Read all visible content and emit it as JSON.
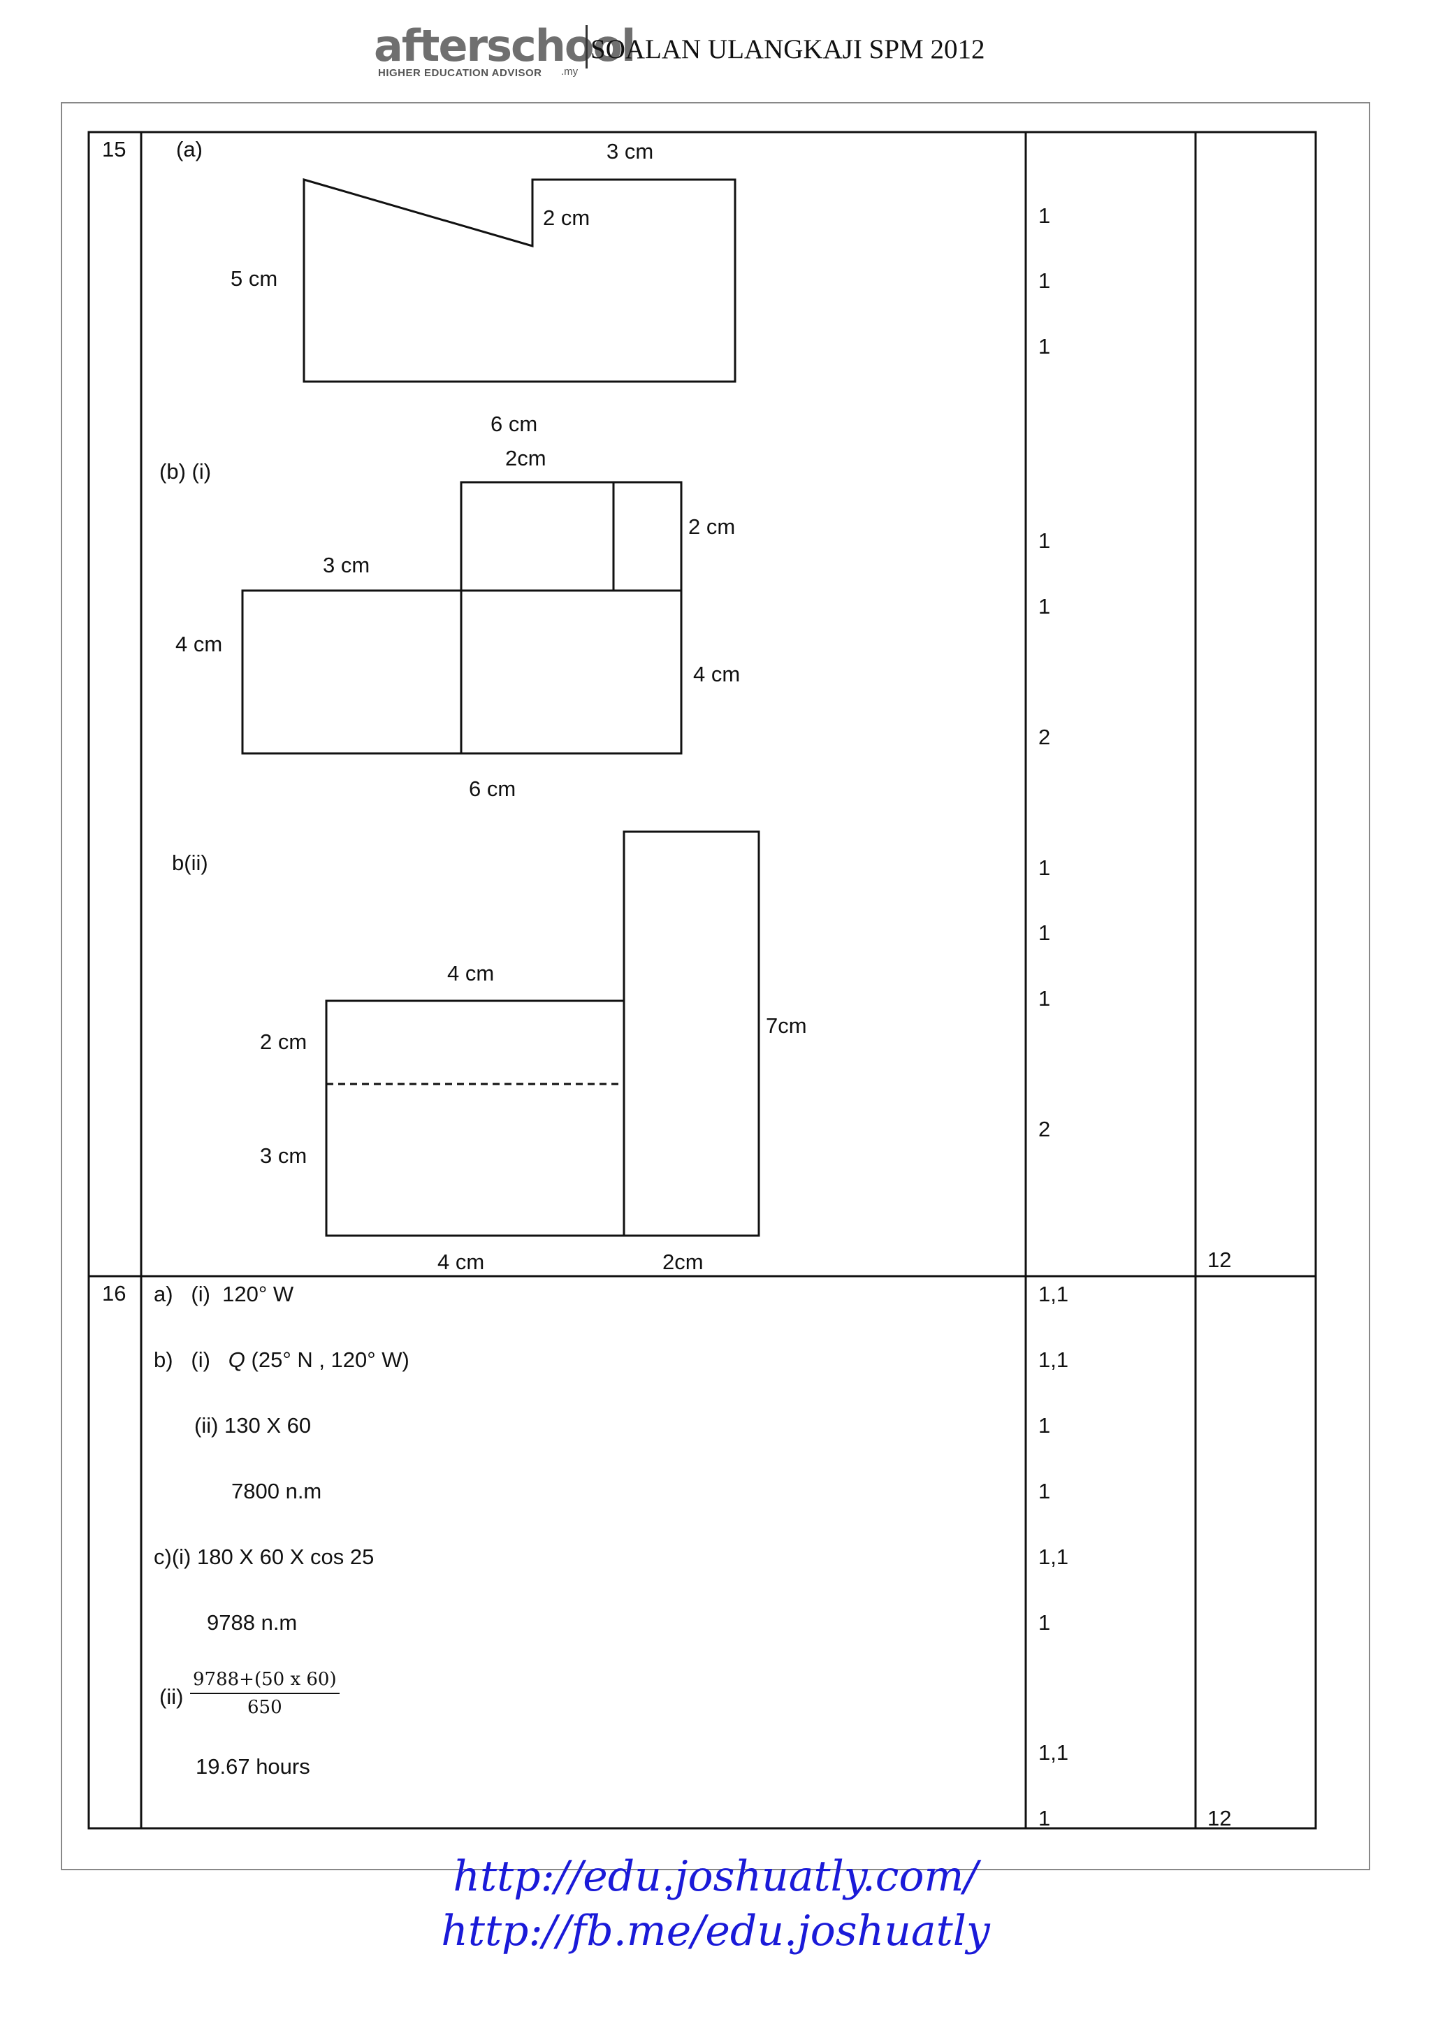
{
  "header": {
    "logo_text": "afterschool",
    "logo_subtitle": "HIGHER EDUCATION ADVISOR",
    "logo_domain": ".my",
    "title": "SOALAN ULANGKAJI SPM 2012"
  },
  "q15": {
    "number": "15",
    "a": {
      "label": "(a)",
      "top": "3 cm",
      "step": "2 cm",
      "left": "5 cm",
      "bottom": "6 cm"
    },
    "bi": {
      "label": "(b) (i)",
      "top": "2cm",
      "right_small": "2 cm",
      "left_top": "3 cm",
      "left": "4 cm",
      "right": "4 cm",
      "bottom": "6 cm"
    },
    "bii": {
      "label": "b(ii)",
      "top": "4 cm",
      "upper_left": "2 cm",
      "lower_left": "3 cm",
      "right": "7cm",
      "bottom_left": "4 cm",
      "bottom_right": "2cm"
    },
    "marks": [
      "1",
      "1",
      "1",
      "1",
      "1",
      "2",
      "1",
      "1",
      "1",
      "2"
    ],
    "total": "12"
  },
  "q16": {
    "number": "16",
    "lines": {
      "a_i": "a)   (i)  120° W",
      "b_i_prefix": "b)   (i)   ",
      "b_i_q": "Q",
      "b_i_rest": " (25° N , 120° W)",
      "b_ii": "(ii) 130 X 60",
      "b_ii_ans": "7800 n.m",
      "c_i": "c)(i) 180 X 60 X cos 25",
      "c_i_ans": "9788 n.m",
      "c_ii_label": "(ii)",
      "c_ii_num": "9788+(50 x 60)",
      "c_ii_den": "650",
      "c_ii_ans": "19.67 hours"
    },
    "marks": [
      "1,1",
      "1,1",
      "1",
      "1",
      "1,1",
      "1",
      "1,1",
      "1"
    ],
    "total": "12"
  },
  "footer": {
    "link1": "http://edu.joshuatly.com/",
    "link2": "http://fb.me/edu.joshuatly"
  }
}
